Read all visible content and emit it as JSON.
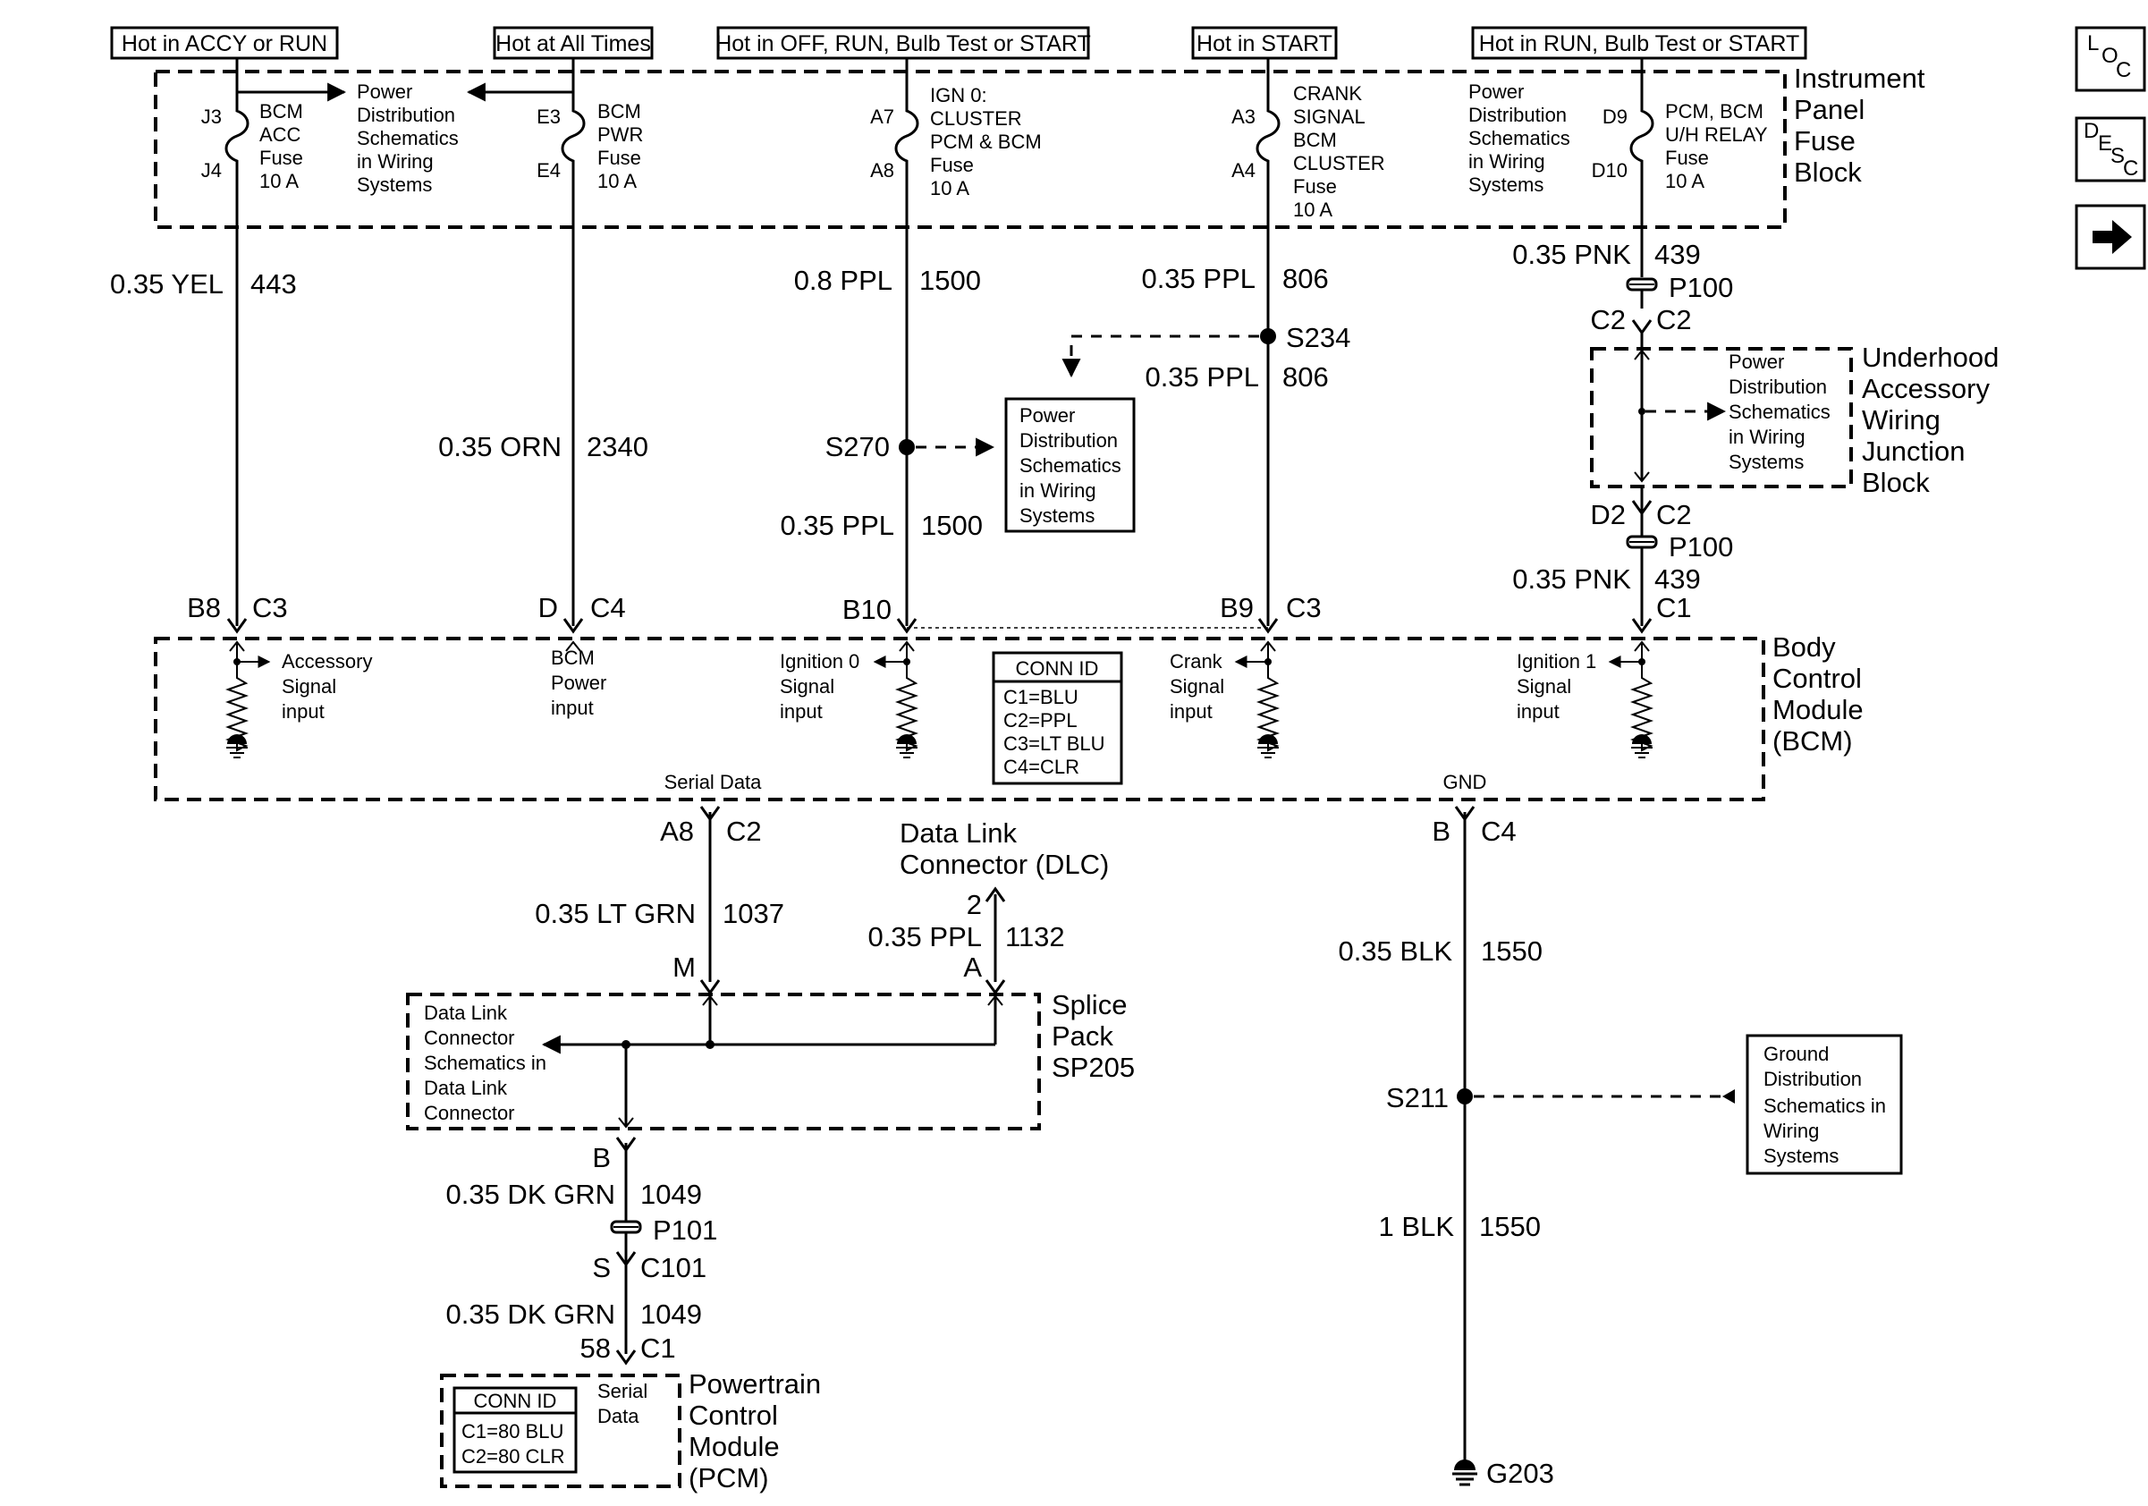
{
  "headers": {
    "accy_run": "Hot in ACCY or RUN",
    "all_times": "Hot at All Times",
    "off_run_bulb_start": "Hot in OFF, RUN, Bulb Test or START",
    "start": "Hot in START",
    "run_bulb_start": "Hot in RUN, Bulb Test or START"
  },
  "ipfb": {
    "title_lines": [
      "Instrument",
      "Panel",
      "Fuse",
      "Block"
    ],
    "fuses": [
      {
        "in": "J3",
        "out": "J4",
        "label_lines": [
          "BCM",
          "ACC",
          "Fuse",
          "10 A"
        ]
      },
      {
        "in": "E3",
        "out": "E4",
        "label_lines": [
          "BCM",
          "PWR",
          "Fuse",
          "10 A"
        ]
      },
      {
        "in": "A7",
        "out": "A8",
        "label_lines": [
          "IGN 0:",
          "CLUSTER",
          "PCM & BCM",
          "Fuse",
          "10 A"
        ]
      },
      {
        "in": "A3",
        "out": "A4",
        "label_lines": [
          "CRANK",
          "SIGNAL",
          "BCM",
          "CLUSTER",
          "Fuse",
          "10 A"
        ]
      },
      {
        "in": "D9",
        "out": "D10",
        "label_lines": [
          "PCM, BCM",
          "U/H RELAY",
          "Fuse",
          "10 A"
        ]
      }
    ],
    "pds_left_lines": [
      "Power",
      "Distribution",
      "Schematics",
      "in Wiring",
      "Systems"
    ],
    "pds_right_lines": [
      "Power",
      "Distribution",
      "Schematics",
      "in Wiring",
      "Systems"
    ]
  },
  "wires": {
    "w443": {
      "color": "0.35 YEL",
      "circuit": "443"
    },
    "w2340": {
      "color": "0.35 ORN",
      "circuit": "2340"
    },
    "w1500a": {
      "color": "0.8 PPL",
      "circuit": "1500"
    },
    "w1500b": {
      "color": "0.35 PPL",
      "circuit": "1500"
    },
    "w806a": {
      "color": "0.35 PPL",
      "circuit": "806"
    },
    "w806b": {
      "color": "0.35 PPL",
      "circuit": "806"
    },
    "w439a": {
      "color": "0.35 PNK",
      "circuit": "439"
    },
    "w439b": {
      "color": "0.35 PNK",
      "circuit": "439"
    },
    "w1037": {
      "color": "0.35 LT GRN",
      "circuit": "1037"
    },
    "w1132": {
      "color": "0.35 PPL",
      "circuit": "1132"
    },
    "w1550a": {
      "color": "0.35 BLK",
      "circuit": "1550"
    },
    "w1550b": {
      "color": "1 BLK",
      "circuit": "1550"
    },
    "w1049a": {
      "color": "0.35 DK GRN",
      "circuit": "1049"
    },
    "w1049b": {
      "color": "0.35 DK GRN",
      "circuit": "1049"
    }
  },
  "splices": {
    "s234": "S234",
    "s270": "S270",
    "s211": "S211"
  },
  "pds_box_lines": [
    "Power",
    "Distribution",
    "Schematics",
    "in Wiring",
    "Systems"
  ],
  "underhood": {
    "title_lines": [
      "Underhood",
      "Accessory",
      "Wiring",
      "Junction",
      "Block"
    ],
    "pds_lines": [
      "Power",
      "Distribution",
      "Schematics",
      "in Wiring",
      "Systems"
    ],
    "p100": "P100",
    "p100b": "P100",
    "c2_left": "C2",
    "c2_right": "C2",
    "d2": "D2",
    "c2_lower": "C2"
  },
  "bcm": {
    "title_lines": [
      "Body",
      "Control",
      "Module",
      "(BCM)"
    ],
    "pins": {
      "b8": "B8",
      "c3a": "C3",
      "d": "D",
      "c4a": "C4",
      "b10": "B10",
      "b9": "B9",
      "c3b": "C3",
      "c1": "C1"
    },
    "inputs": {
      "accessory": [
        "Accessory",
        "Signal",
        "input"
      ],
      "power": [
        "BCM",
        "Power",
        "input"
      ],
      "ign0": [
        "Ignition 0",
        "Signal",
        "input"
      ],
      "crank": [
        "Crank",
        "Signal",
        "input"
      ],
      "ign1": [
        "Ignition 1",
        "Signal",
        "input"
      ]
    },
    "conn_id": {
      "title": "CONN ID",
      "lines": [
        "C1=BLU",
        "C2=PPL",
        "C3=LT BLU",
        "C4=CLR"
      ]
    },
    "serial_data": "Serial Data",
    "gnd": "GND",
    "a8": "A8",
    "c2": "C2",
    "b": "B",
    "c4": "C4"
  },
  "dlc": {
    "title_lines": [
      "Data Link",
      "Connector (DLC)"
    ],
    "pin": "2"
  },
  "splice_pack": {
    "title_lines": [
      "Splice",
      "Pack",
      "SP205"
    ],
    "dlc_ref_lines": [
      "Data Link",
      "Connector",
      "Schematics in",
      "Data Link",
      "Connector"
    ],
    "m": "M",
    "a": "A",
    "b": "B"
  },
  "p101": {
    "label": "P101",
    "s": "S",
    "c101": "C101"
  },
  "pcm": {
    "title_lines": [
      "Powertrain",
      "Control",
      "Module",
      "(PCM)"
    ],
    "conn_id": {
      "title": "CONN ID",
      "lines": [
        "C1=80 BLU",
        "C2=80 CLR"
      ]
    },
    "serial_lines": [
      "Serial",
      "Data"
    ],
    "pin": "58",
    "conn": "C1"
  },
  "ground": {
    "box_lines": [
      "Ground",
      "Distribution",
      "Schematics in",
      "Wiring",
      "Systems"
    ],
    "g203": "G203"
  },
  "nav": {
    "loc": [
      "L",
      "O",
      "C"
    ],
    "desc": [
      "D",
      "E",
      "S",
      "C"
    ],
    "next_icon": "arrow-right-icon"
  }
}
